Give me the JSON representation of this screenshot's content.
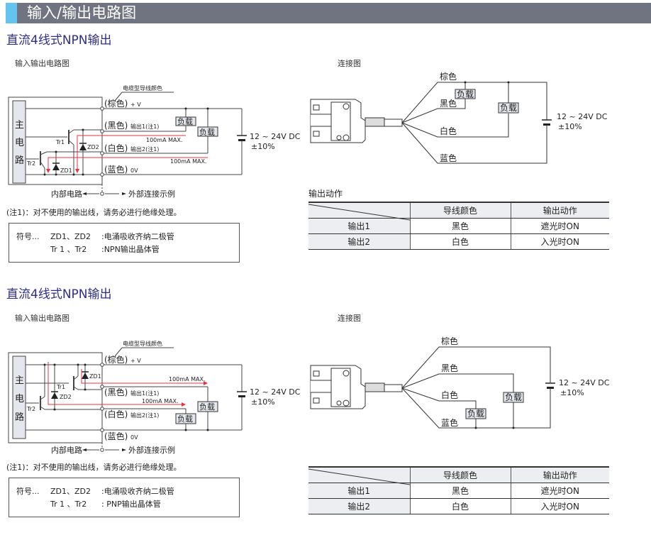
{
  "header": {
    "title": "输入/输出电路图"
  },
  "colors": {
    "header_bg": "#6f7480",
    "header_accent": "#64c3ef",
    "section_title": "#2e2e8a",
    "current_arrow": "#e8333f",
    "table_header_bg": "#eceef1"
  },
  "sections": [
    {
      "title": "直流4线式NPN输出",
      "circuit_label": "输入输出电路图",
      "connection_label": "连接图",
      "circuit": {
        "main_block": [
          "主",
          "电",
          "路"
        ],
        "wire_color_caption": "电缆型导线颜色",
        "wires": [
          {
            "label": "(棕色)",
            "suffix": "+ V"
          },
          {
            "label": "(黑色)",
            "suffix": "输出1(注1)"
          },
          {
            "label": "(白色)",
            "suffix": "输出2(注1)"
          },
          {
            "label": "(蓝色)",
            "suffix": "0V"
          }
        ],
        "components": {
          "tr1": "Tr1",
          "tr2": "Tr2",
          "zd1": "ZD1",
          "zd2": "ZD2"
        },
        "max_current_1": "100mA MAX.",
        "max_current_2": "100mA MAX.",
        "load": "负载",
        "supply": "12 ~ 24V DC",
        "supply_tol": "±10%",
        "internal": "内部电路",
        "external": "外部连接示例"
      },
      "note": "(注1)：对不使用的输出线，请务必进行绝缘处理。",
      "legend": {
        "prefix": "符号...",
        "rows": [
          {
            "symbol": "ZD1、ZD2",
            "desc": ":电涌吸收齐纳二极管"
          },
          {
            "symbol": "Tr 1 、Tr2",
            "desc": ":NPN输出晶体管"
          }
        ]
      },
      "connection": {
        "wires": [
          "棕色",
          "黑色",
          "白色",
          "蓝色"
        ],
        "load": "负载",
        "supply": "12 ~ 24V DC",
        "supply_tol": "±10%"
      },
      "table_title": "输出动作",
      "table": {
        "headers": [
          "",
          "导线颜色",
          "输出动作"
        ],
        "rows": [
          [
            "输出1",
            "黑色",
            "遮光时ON"
          ],
          [
            "输出2",
            "白色",
            "入光时ON"
          ]
        ]
      }
    },
    {
      "title": "直流4线式NPN输出",
      "circuit_label": "输入输出电路图",
      "connection_label": "连接图",
      "circuit": {
        "main_block": [
          "主",
          "电",
          "路"
        ],
        "wire_color_caption": "电缆型导线颜色",
        "wires": [
          {
            "label": "(棕色)",
            "suffix": "+ V"
          },
          {
            "label": "(黑色)",
            "suffix": "输出1(注1)"
          },
          {
            "label": "(白色)",
            "suffix": "输出2(注1)"
          },
          {
            "label": "(蓝色)",
            "suffix": "0V"
          }
        ],
        "components": {
          "tr1": "Tr1",
          "tr2": "Tr2",
          "zd1": "ZD1",
          "zd2": "ZD2"
        },
        "max_current_1": "100mA MAX.",
        "max_current_2": "100mA MAX.",
        "load": "负载",
        "supply": "12 ~ 24V DC",
        "supply_tol": "±10%",
        "internal": "内部电路",
        "external": "外部连接示例"
      },
      "note": "(注1)：对不使用的输出线，请务必进行绝缘处理。",
      "legend": {
        "prefix": "符号...",
        "rows": [
          {
            "symbol": "ZD1、ZD2",
            "desc": ":电涌吸收齐纳二极管"
          },
          {
            "symbol": "Tr 1 、Tr2",
            "desc": ": PNP输出晶体管"
          }
        ]
      },
      "connection": {
        "wires": [
          "棕色",
          "黑色",
          "白色",
          "蓝色"
        ],
        "load": "负载",
        "supply": "12 ~ 24V DC",
        "supply_tol": "±10%"
      },
      "table_title": "",
      "table": {
        "headers": [
          "",
          "导线颜色",
          "输出动作"
        ],
        "rows": [
          [
            "输出1",
            "黑色",
            "遮光时ON"
          ],
          [
            "输出2",
            "白色",
            "入光时ON"
          ]
        ]
      }
    }
  ]
}
